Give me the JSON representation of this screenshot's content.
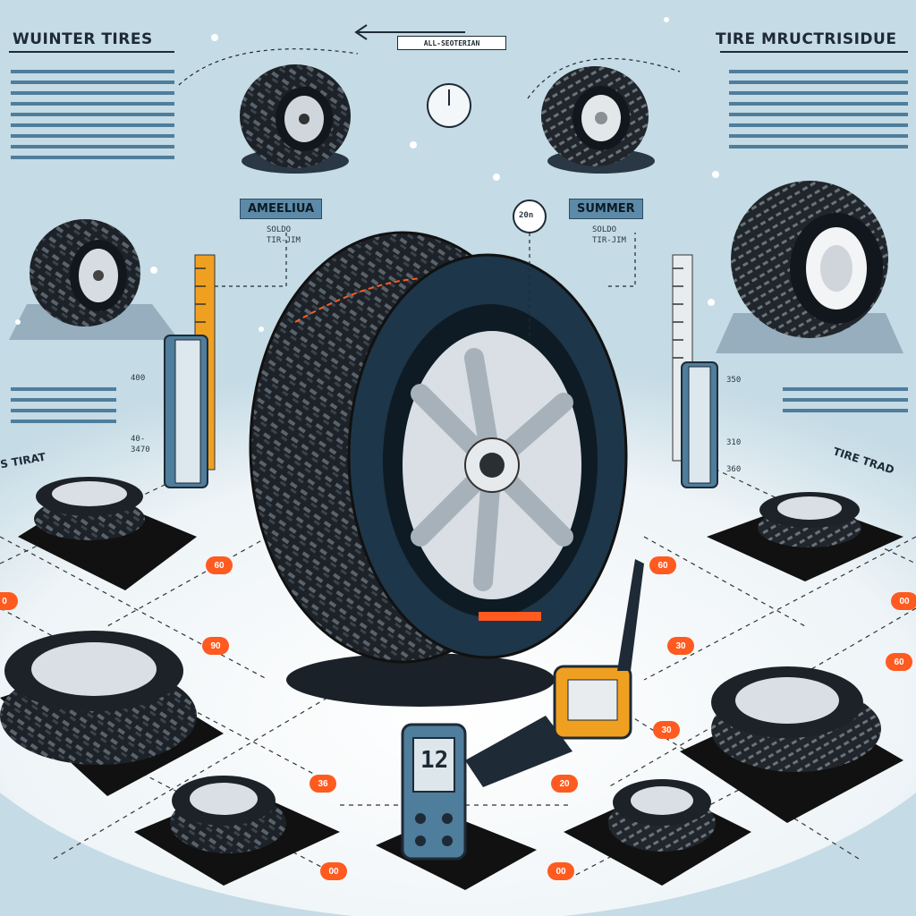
{
  "headers": {
    "left": "WUINTER TIRES",
    "right": "TIRE MRUCTRISIDUE",
    "center_box": "ALL-SEOTERIAN",
    "bubble": "20n"
  },
  "tags": {
    "left": "AMEELIUA",
    "right": "SUMMER",
    "tread_left": "S TIRAT",
    "tread_right": "TIRE TRAD"
  },
  "sublabels": {
    "left": [
      "SOLDO",
      "TIR-JIM"
    ],
    "right": [
      "SOLDO",
      "TIR-JIM"
    ]
  },
  "side_numbers": {
    "left_top": "400",
    "left_bottom": [
      "40-",
      "3470"
    ],
    "right_top": "350",
    "right_mid": "310",
    "right_bottom": "360"
  },
  "pills": [
    "60",
    "0",
    "90",
    "60",
    "00",
    "30",
    "30",
    "36",
    "20",
    "00",
    "00",
    "60"
  ],
  "gauge_display": "12",
  "colors": {
    "background": "#c5dbe5",
    "accent": "#ff5a1f",
    "dark": "#1e2a36",
    "ruler": "#f0a020",
    "blue": "#4f7d9c"
  }
}
